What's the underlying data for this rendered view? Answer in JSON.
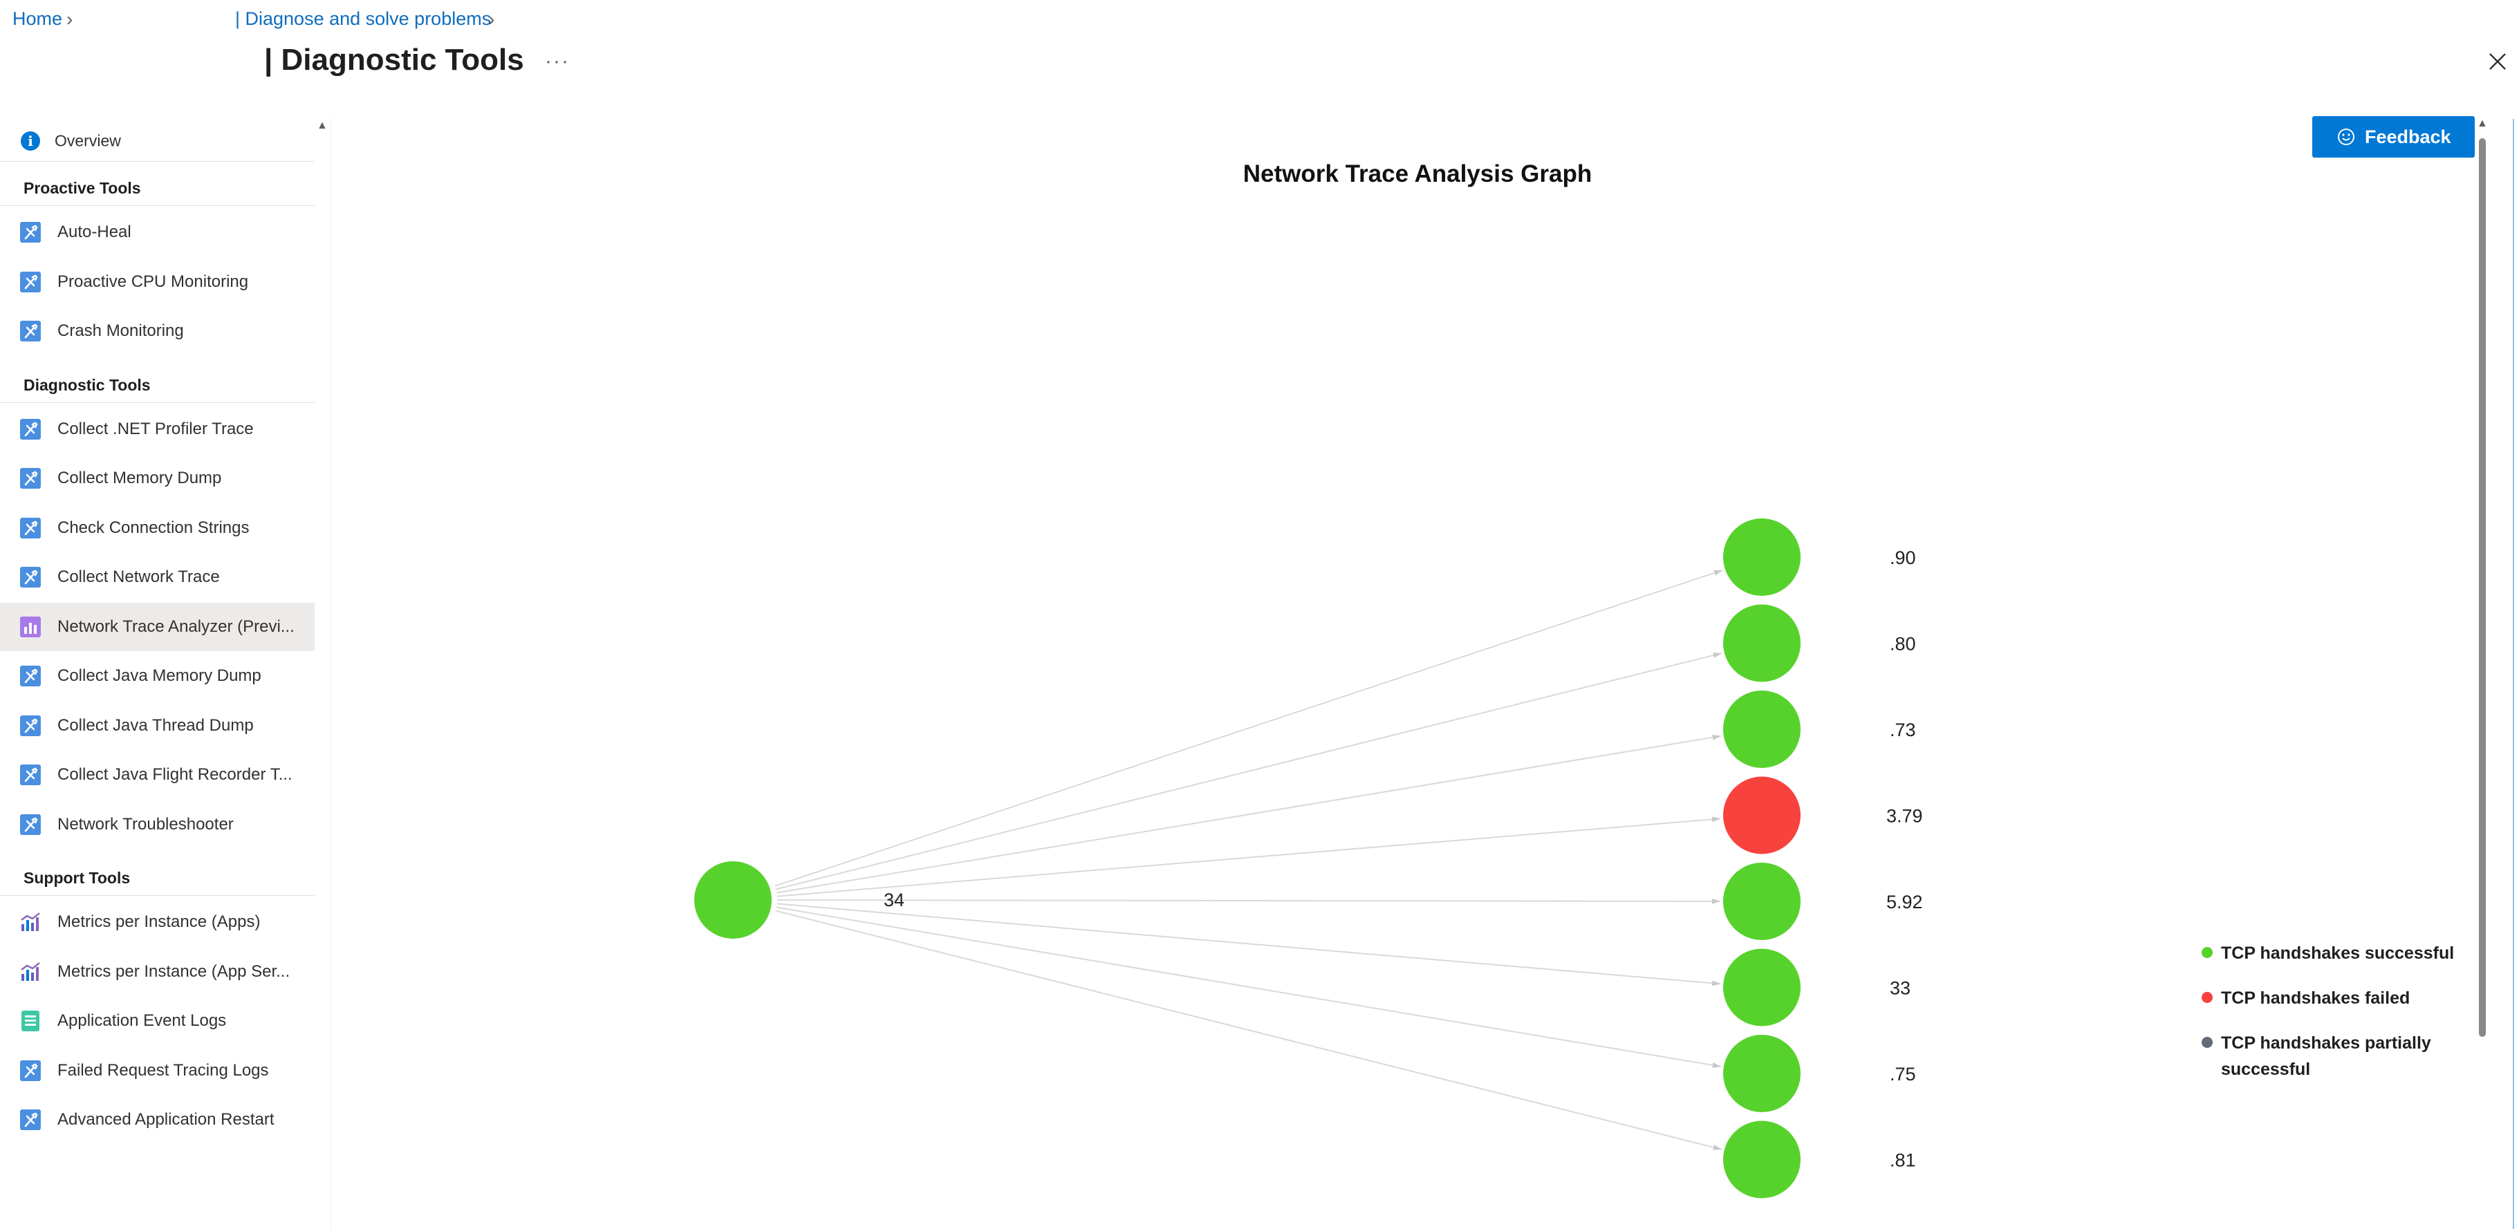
{
  "breadcrumb": {
    "home": "Home",
    "section": "| Diagnose and solve problems"
  },
  "page": {
    "title": "| Diagnostic Tools",
    "more": "···"
  },
  "sidebar": {
    "overview": "Overview",
    "groups": [
      {
        "header": "Proactive Tools",
        "items": [
          {
            "label": "Auto-Heal",
            "icon": "tool-icon"
          },
          {
            "label": "Proactive CPU Monitoring",
            "icon": "tool-icon"
          },
          {
            "label": "Crash Monitoring",
            "icon": "tool-icon"
          }
        ]
      },
      {
        "header": "Diagnostic Tools",
        "items": [
          {
            "label": "Collect .NET Profiler Trace",
            "icon": "tool-icon"
          },
          {
            "label": "Collect Memory Dump",
            "icon": "tool-icon"
          },
          {
            "label": "Check Connection Strings",
            "icon": "tool-icon"
          },
          {
            "label": "Collect Network Trace",
            "icon": "tool-icon"
          },
          {
            "label": "Network Trace Analyzer (Previ...",
            "icon": "analyzer-icon",
            "selected": true
          },
          {
            "label": "Collect Java Memory Dump",
            "icon": "tool-icon"
          },
          {
            "label": "Collect Java Thread Dump",
            "icon": "tool-icon"
          },
          {
            "label": "Collect Java Flight Recorder T...",
            "icon": "tool-icon"
          },
          {
            "label": "Network Troubleshooter",
            "icon": "tool-icon"
          }
        ]
      },
      {
        "header": "Support Tools",
        "items": [
          {
            "label": "Metrics per Instance (Apps)",
            "icon": "metrics-icon"
          },
          {
            "label": "Metrics per Instance (App Ser...",
            "icon": "metrics-icon"
          },
          {
            "label": "Application Event Logs",
            "icon": "event-log-icon"
          },
          {
            "label": "Failed Request Tracing Logs",
            "icon": "tool-icon"
          },
          {
            "label": "Advanced Application Restart",
            "icon": "tool-icon"
          }
        ]
      }
    ]
  },
  "feedback": {
    "label": "Feedback"
  },
  "graph": {
    "title": "Network Trace Analysis Graph",
    "source": {
      "label": "34",
      "status": "success"
    },
    "targets": [
      {
        "label": ".90",
        "status": "success"
      },
      {
        "label": ".80",
        "status": "success"
      },
      {
        "label": ".73",
        "status": "success"
      },
      {
        "label": "3.79",
        "status": "failed"
      },
      {
        "label": "5.92",
        "status": "success"
      },
      {
        "label": "33",
        "status": "success"
      },
      {
        "label": ".75",
        "status": "success"
      },
      {
        "label": ".81",
        "status": "success"
      }
    ],
    "colors": {
      "success": "#57d22c",
      "failed": "#f8423d",
      "partial": "#636b78",
      "edge": "#d9d9d9"
    },
    "legend": [
      {
        "label": "TCP handshakes successful",
        "color": "#57d22c"
      },
      {
        "label": "TCP handshakes failed",
        "color": "#f8423d"
      },
      {
        "label": "TCP handshakes partially successful",
        "color": "#636b78"
      }
    ]
  },
  "colors": {
    "accent": "#0078d4",
    "selected_bg": "#edebe9"
  }
}
